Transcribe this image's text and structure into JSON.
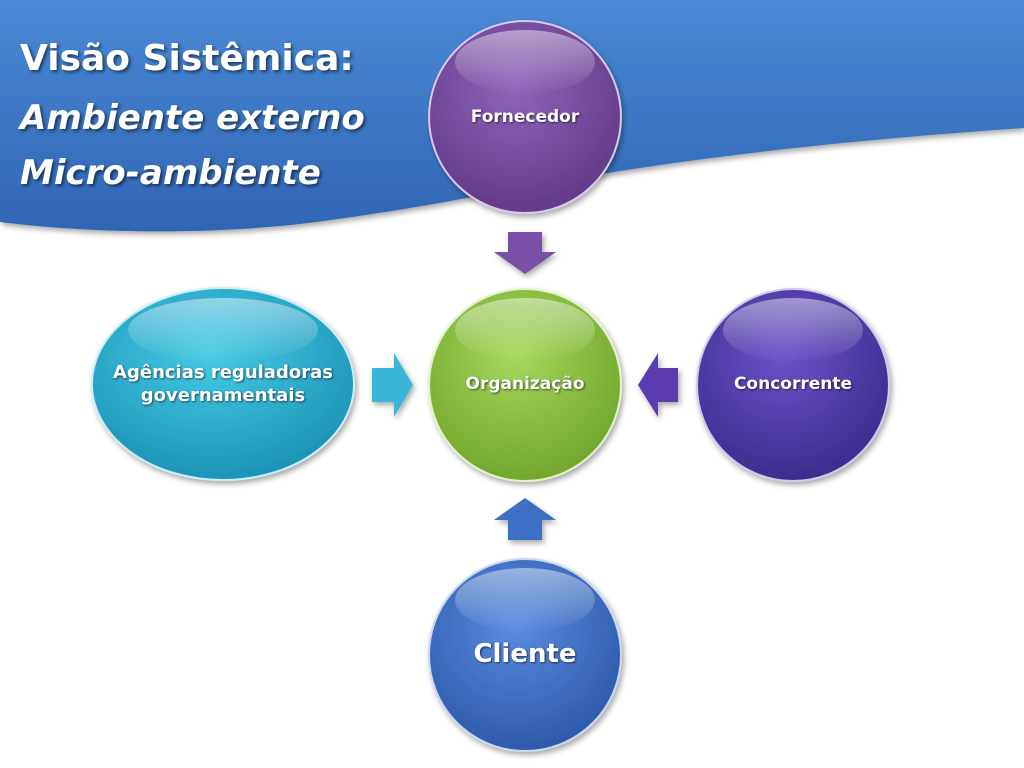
{
  "title": {
    "line1": "Visão Sistêmica:",
    "line2": "Ambiente externo",
    "line3": "Micro-ambiente"
  },
  "nodes": {
    "fornecedor": {
      "label": "Fornecedor",
      "color": "#7a4fa6"
    },
    "organizacao": {
      "label": "Organização",
      "color": "#8dc63f"
    },
    "concorrente": {
      "label": "Concorrente",
      "color": "#4a3aa8"
    },
    "agencias": {
      "label": "Agências reguladoras governamentais",
      "color": "#2fb4d4"
    },
    "cliente": {
      "label": "Cliente",
      "color": "#3d6fc4"
    }
  },
  "arrows": {
    "from_fornecedor": {
      "color": "#7a4fa6"
    },
    "from_agencias": {
      "color": "#38b8d6"
    },
    "from_concorrente": {
      "color": "#5a3ab0"
    },
    "from_cliente": {
      "color": "#3d6fc4"
    }
  },
  "colors": {
    "banner": "#3a78c8",
    "background": "#ffffff"
  }
}
